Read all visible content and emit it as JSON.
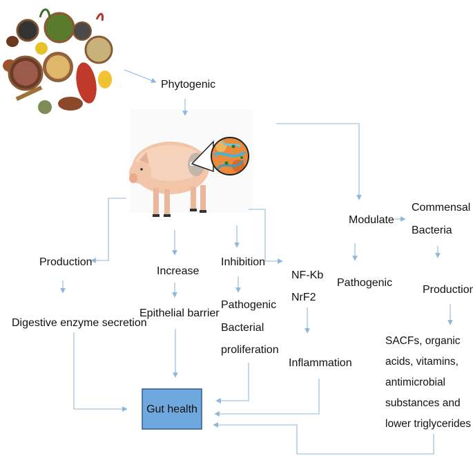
{
  "colors": {
    "arrow": "#8fb6dc",
    "gut_box_fill": "#6fa8dc",
    "gut_box_stroke": "#2f5f8f",
    "pig_body": "#f2c4a8",
    "bacteria_bg": "#e98a3c"
  },
  "nodes": {
    "phytogenic": "Phytogenic",
    "production_left": "Production",
    "digestive_enzyme": "Digestive enzyme secretion",
    "increase": "Increase",
    "epithelial_barrier": "Epithelial barrier",
    "inhibition": "Inhibition",
    "pathogenic_bacterial_1": "Pathogenic",
    "pathogenic_bacterial_2": "Bacterial",
    "pathogenic_bacterial_3": "proliferation",
    "nfkb": "NF-Kb",
    "nrf2": "NrF2",
    "inflammation": "Inflammation",
    "modulate": "Modulate",
    "commensal_1": "Commensal",
    "commensal_2": "Bacteria",
    "pathogenic_right": "Pathogenic",
    "production_right": "Production",
    "sacfs_1": "SACFs, organic",
    "sacfs_2": "acids, vitamins,",
    "sacfs_3": "antimicrobial",
    "sacfs_4": "substances and",
    "sacfs_5": "lower triglycerides",
    "gut_health": "Gut health"
  },
  "images": {
    "spices": "spices-icon",
    "pig": "pig-icon",
    "bacteria": "bacteria-icon"
  }
}
